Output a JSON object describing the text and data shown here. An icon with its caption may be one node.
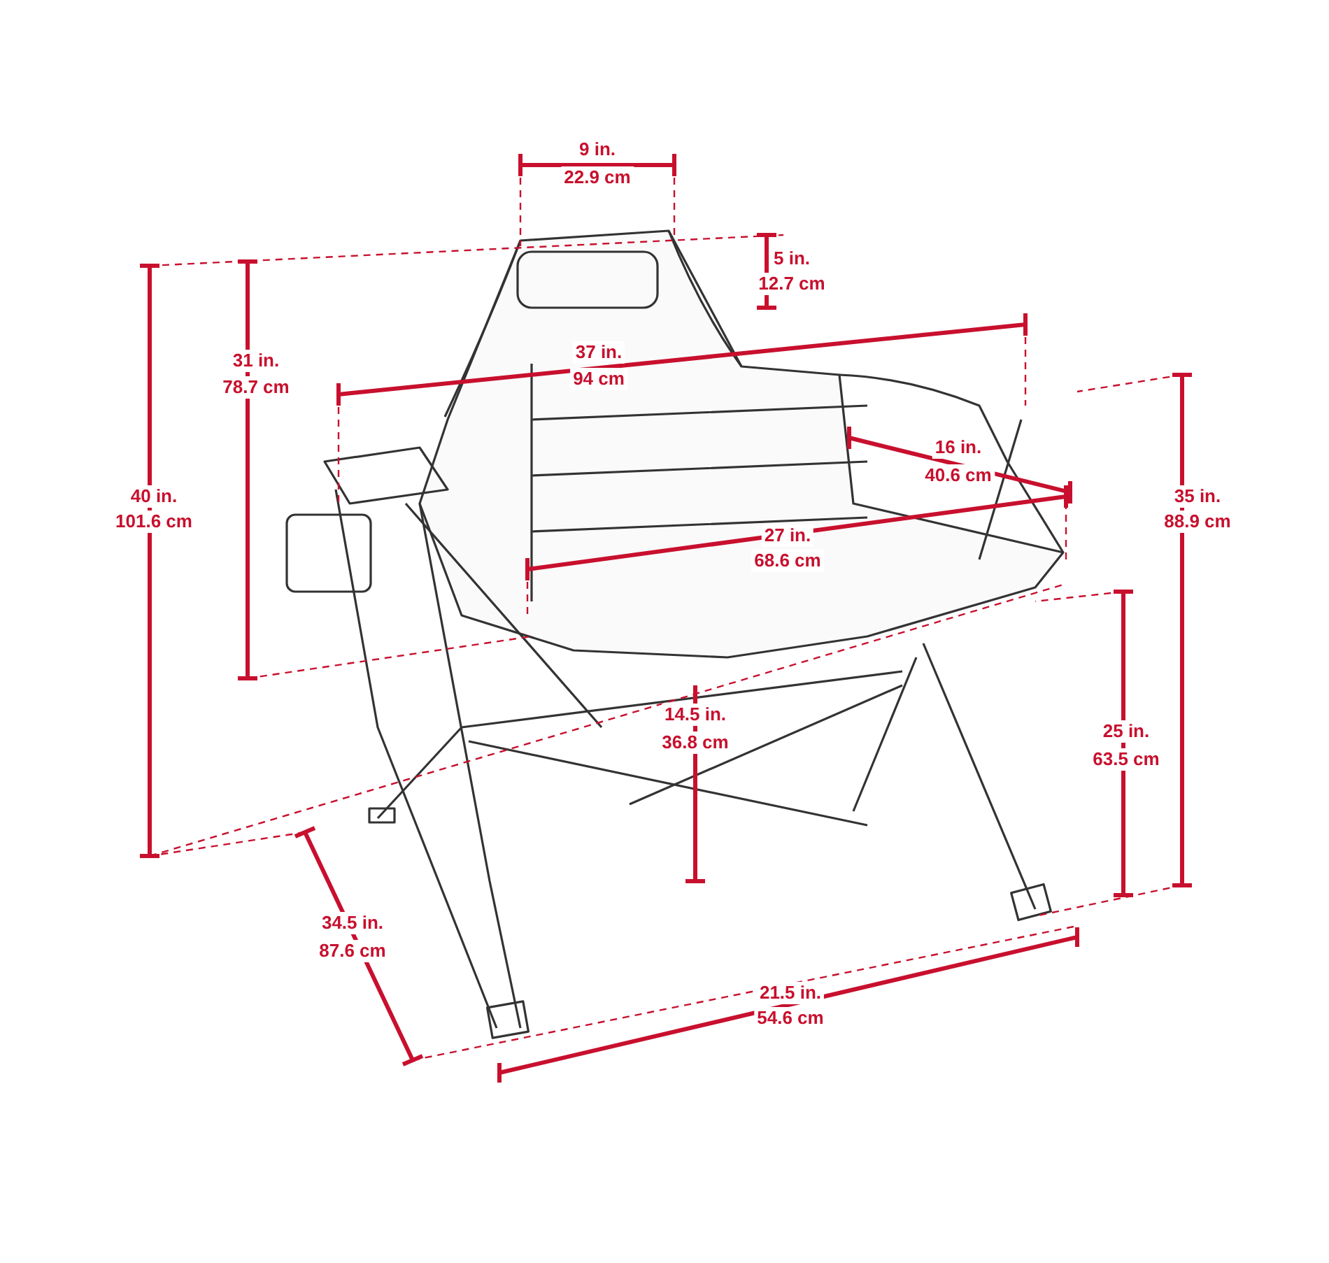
{
  "diagram": {
    "labels": [
      "9 in.",
      "22.9 cm",
      "5 in.",
      "12.7 cm",
      "37 in.",
      "94 cm",
      "31 in.",
      "78.7 cm",
      "16 in.",
      "40.6 cm",
      "40 in.",
      "101.6 cm",
      "35 in.",
      "88.9 cm",
      "27 in.",
      "68.6 cm",
      "25 in.",
      "63.5 cm",
      "14.5 in.",
      "36.8 cm",
      "34.5 in.",
      "87.6 cm",
      "21.5 in.",
      "54.6 cm"
    ]
  }
}
